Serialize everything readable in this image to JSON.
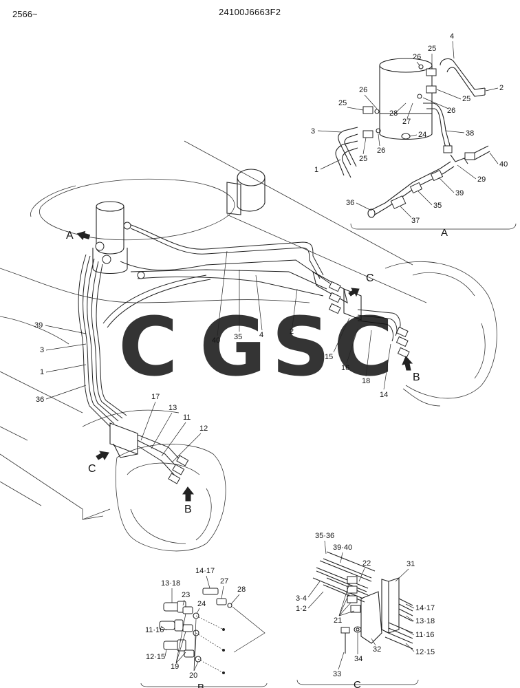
{
  "header": {
    "left": "2566~",
    "center": "24100J6663F2"
  },
  "watermark": {
    "letters": [
      "C",
      "G",
      "S",
      "C"
    ],
    "colors": [
      "#4d90f0",
      "#ee6a62",
      "#f5d03f",
      "#3daa6a"
    ]
  },
  "section_labels": {
    "A_main": "A",
    "C_upper": "C",
    "B_upper": "B",
    "C_lower": "C",
    "B_lower": "B",
    "A_detail": "A",
    "B_detail": "B",
    "C_detail": "C"
  },
  "detail_A_callouts": [
    "4",
    "25",
    "26",
    "2",
    "25",
    "26",
    "25",
    "28",
    "27",
    "26",
    "3",
    "26",
    "24",
    "38",
    "1",
    "25",
    "40",
    "29",
    "39",
    "36",
    "35",
    "37"
  ],
  "main_callouts": [
    "39",
    "3",
    "1",
    "36",
    "40",
    "35",
    "4",
    "2",
    "15",
    "16",
    "18",
    "14",
    "17",
    "13",
    "11",
    "12"
  ],
  "detail_B_callouts": [
    "14·17",
    "27",
    "28",
    "13·18",
    "23",
    "24",
    "11·16",
    "12·15",
    "19",
    "20"
  ],
  "detail_C_callouts": [
    "35·36",
    "39·40",
    "22",
    "31",
    "3·4",
    "1·2",
    "14·17",
    "21",
    "13·18",
    "11·16",
    "32",
    "12·15",
    "33",
    "34"
  ]
}
